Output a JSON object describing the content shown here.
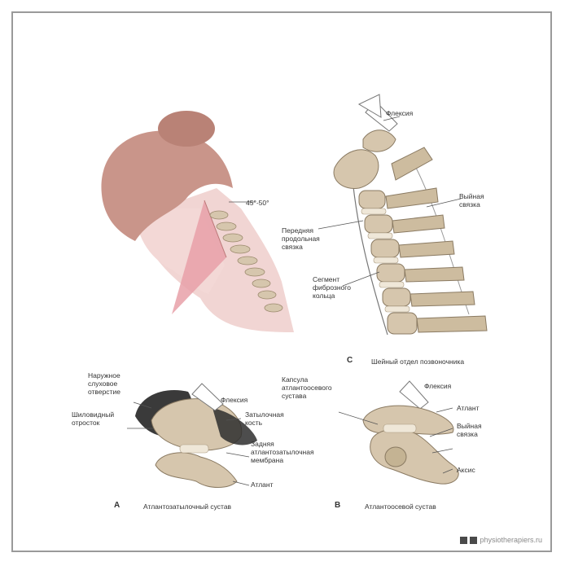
{
  "labels": {
    "flexion_top": "Флексия",
    "angle": "45°-50°",
    "ant_ligament": "Передняя\nпродольная\nсвязка",
    "nuchal_c": "Выйная\nсвязка",
    "annulus": "Сегмент\nфиброзного\nкольца",
    "external_canal": "Наружное\nслуховое\nотверстие",
    "mastoid": "Шиловидный\nотросток",
    "flexion_a": "Флексия",
    "occipital": "Затылочная\nкость",
    "post_membrane": "Задняя\nатлантозатылочная\nмембрана",
    "atlas_a": "Атлант",
    "capsule": "Капсула\nатлантоосевого\nсустава",
    "flexion_b": "Флексия",
    "atlas_b": "Атлант",
    "nuchal_b": "Выйная\nсвязка",
    "axis_b": "Аксис"
  },
  "captions": {
    "c_letter": "C",
    "c_text": "Шейный отдел позвоночника",
    "a_letter": "A",
    "a_text": "Атлантозатылочный сустав",
    "b_letter": "B",
    "b_text": "Атлантоосевой сустав"
  },
  "footer": {
    "site": "physiotherapiers.ru"
  },
  "colors": {
    "skin": "#f1d5d3",
    "hair": "#c9958a",
    "triangle": "#e8a0a8",
    "bone": "#d6c6ad",
    "bone_dark": "#9c8a6e",
    "frame": "#9a9a9a"
  }
}
